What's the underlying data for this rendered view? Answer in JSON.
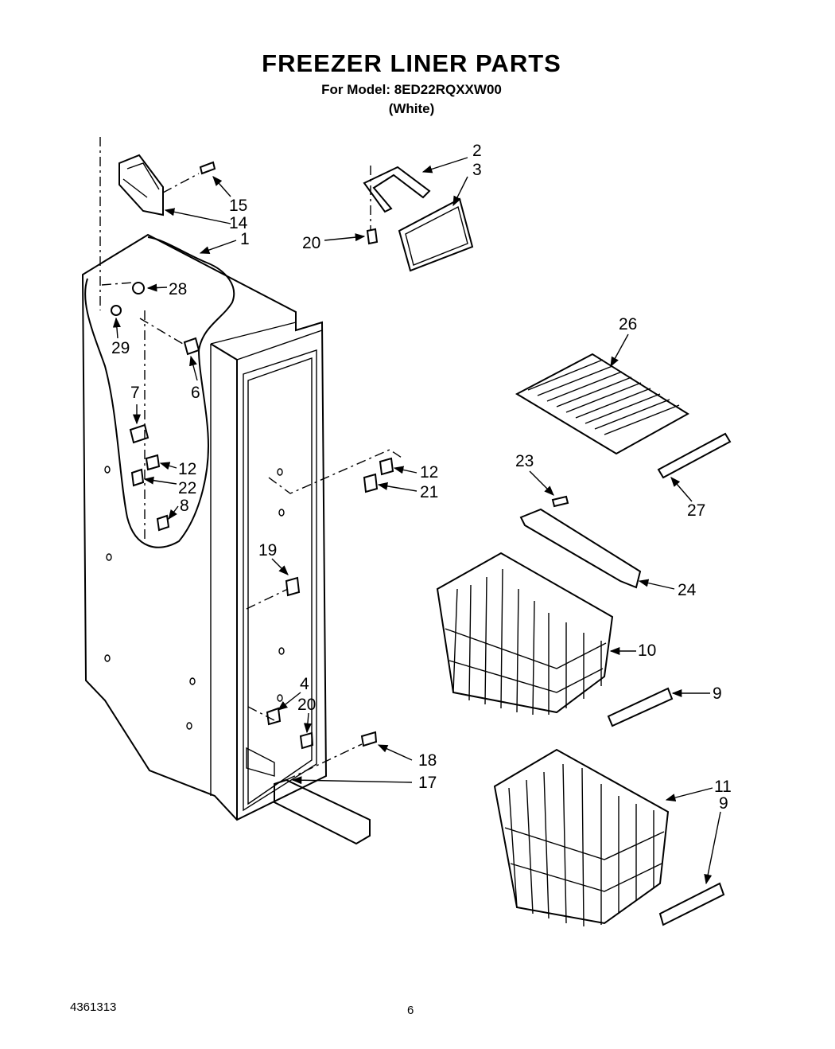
{
  "header": {
    "title": "FREEZER LINER PARTS",
    "model_line": "For Model: 8ED22RQXXW00",
    "color_line": "(White)"
  },
  "footer": {
    "doc_number": "4361313",
    "page_number": "6"
  },
  "callouts": [
    {
      "id": "c2",
      "label": "2"
    },
    {
      "id": "c3",
      "label": "3"
    },
    {
      "id": "c15",
      "label": "15"
    },
    {
      "id": "c14",
      "label": "14"
    },
    {
      "id": "c1",
      "label": "1"
    },
    {
      "id": "c20a",
      "label": "20"
    },
    {
      "id": "c28",
      "label": "28"
    },
    {
      "id": "c29",
      "label": "29"
    },
    {
      "id": "c6",
      "label": "6"
    },
    {
      "id": "c26",
      "label": "26"
    },
    {
      "id": "c7",
      "label": "7"
    },
    {
      "id": "c12a",
      "label": "12"
    },
    {
      "id": "c22",
      "label": "22"
    },
    {
      "id": "c8",
      "label": "8"
    },
    {
      "id": "c12b",
      "label": "12"
    },
    {
      "id": "c21",
      "label": "21"
    },
    {
      "id": "c23",
      "label": "23"
    },
    {
      "id": "c27",
      "label": "27"
    },
    {
      "id": "c19",
      "label": "19"
    },
    {
      "id": "c24",
      "label": "24"
    },
    {
      "id": "c10",
      "label": "10"
    },
    {
      "id": "c4",
      "label": "4"
    },
    {
      "id": "c20b",
      "label": "20"
    },
    {
      "id": "c9a",
      "label": "9"
    },
    {
      "id": "c18",
      "label": "18"
    },
    {
      "id": "c17",
      "label": "17"
    },
    {
      "id": "c11",
      "label": "11"
    },
    {
      "id": "c9b",
      "label": "9"
    }
  ]
}
